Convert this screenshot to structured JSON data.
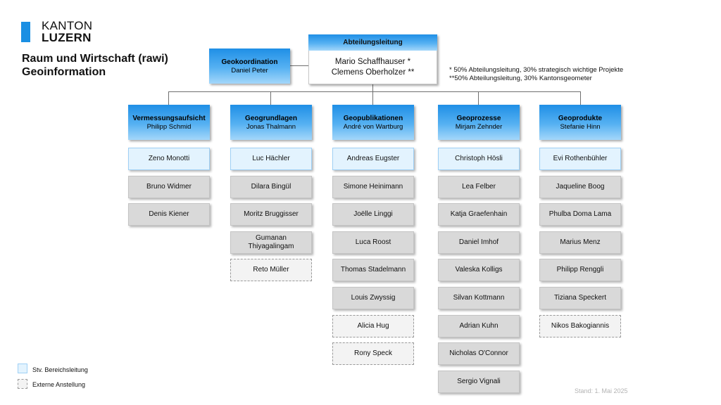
{
  "header": {
    "logo_line1": "KANTON",
    "logo_line2": "LUZERN",
    "title_line1": "Raum und Wirtschaft (rawi)",
    "title_line2": "Geoinformation"
  },
  "top": {
    "title": "Abteilungsleitung",
    "name1": "Mario Schaffhauser *",
    "name2": "Clemens Oberholzer **"
  },
  "geokoordination": {
    "title": "Geokoordination",
    "name": "Daniel Peter"
  },
  "footnotes": [
    "* 50% Abteilungsleitung,  30% strategisch wichtige Projekte",
    "**50% Abteilungsleitung,  30% Kantonsgeometer"
  ],
  "departments": [
    {
      "title": "Vermessungsaufsicht",
      "lead": "Philipp Schmid",
      "members": [
        {
          "name": "Zeno Monotti",
          "type": "deputy"
        },
        {
          "name": "Bruno Widmer",
          "type": "normal"
        },
        {
          "name": "Denis Kiener",
          "type": "normal"
        }
      ]
    },
    {
      "title": "Geogrundlagen",
      "lead": "Jonas Thalmann",
      "members": [
        {
          "name": "Luc Hächler",
          "type": "deputy"
        },
        {
          "name": "Dilara Bingül",
          "type": "normal"
        },
        {
          "name": "Moritz Bruggisser",
          "type": "normal"
        },
        {
          "name": "Gumanan Thiyagalingam",
          "type": "normal"
        },
        {
          "name": "Reto Müller",
          "type": "extern"
        }
      ]
    },
    {
      "title": "Geopublikationen",
      "lead": "André von Wartburg",
      "members": [
        {
          "name": "Andreas Eugster",
          "type": "deputy"
        },
        {
          "name": "Simone Heinimann",
          "type": "normal"
        },
        {
          "name": "Joëlle Linggi",
          "type": "normal"
        },
        {
          "name": "Luca Roost",
          "type": "normal"
        },
        {
          "name": "Thomas Stadelmann",
          "type": "normal"
        },
        {
          "name": "Louis Zwyssig",
          "type": "normal"
        },
        {
          "name": "Alicia Hug",
          "type": "extern"
        },
        {
          "name": "Rony Speck",
          "type": "extern"
        }
      ]
    },
    {
      "title": "Geoprozesse",
      "lead": "Mirjam Zehnder",
      "members": [
        {
          "name": "Christoph Hösli",
          "type": "deputy"
        },
        {
          "name": "Lea Felber",
          "type": "normal"
        },
        {
          "name": "Katja Graefenhain",
          "type": "normal"
        },
        {
          "name": "Daniel Imhof",
          "type": "normal"
        },
        {
          "name": "Valeska Kolligs",
          "type": "normal"
        },
        {
          "name": "Silvan Kottmann",
          "type": "normal"
        },
        {
          "name": "Adrian Kuhn",
          "type": "normal"
        },
        {
          "name": "Nicholas O'Connor",
          "type": "normal"
        },
        {
          "name": "Sergio Vignali",
          "type": "normal"
        }
      ]
    },
    {
      "title": "Geoprodukte",
      "lead": "Stefanie Hinn",
      "members": [
        {
          "name": "Evi Rothenbühler",
          "type": "deputy"
        },
        {
          "name": "Jaqueline Boog",
          "type": "normal"
        },
        {
          "name": "Phulba Doma Lama",
          "type": "normal"
        },
        {
          "name": "Marius Menz",
          "type": "normal"
        },
        {
          "name": "Philipp Renggli",
          "type": "normal"
        },
        {
          "name": "Tiziana Speckert",
          "type": "normal"
        },
        {
          "name": "Nikos Bakogiannis",
          "type": "extern"
        }
      ]
    }
  ],
  "legend": {
    "deputy": "Stv. Bereichsleitung",
    "extern": "Externe Anstellung"
  },
  "stand": "Stand: 1. Mai 2025",
  "colors": {
    "brand_blue": "#1a8fe3",
    "deputy_fill": "#e3f3fe",
    "member_fill": "#d9d9d9",
    "extern_fill": "#f3f3f3"
  }
}
